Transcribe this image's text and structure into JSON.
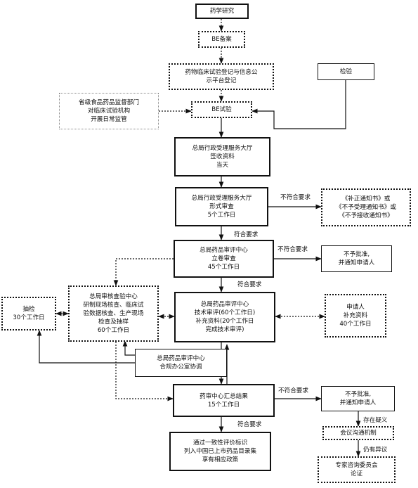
{
  "nodes": {
    "drug_research": {
      "lines": [
        "药学研究"
      ]
    },
    "be_record": {
      "lines": [
        "BE备案"
      ]
    },
    "trial_registration": {
      "lines": [
        "药物临床试验登记与信息公",
        "示平台登记"
      ]
    },
    "inspection": {
      "lines": [
        "检验"
      ]
    },
    "provincial_supervision": {
      "lines": [
        "省级食品药品监督部门",
        "对临床试验机构",
        "开展日常监管"
      ]
    },
    "be_trial": {
      "lines": [
        "BE试验"
      ]
    },
    "admin_reception": {
      "lines": [
        "总局行政受理服务大厅",
        "签收资料",
        "当天"
      ]
    },
    "formal_review": {
      "lines": [
        "总局行政受理服务大厅",
        "形式审查",
        "5个工作日"
      ]
    },
    "correction_notice": {
      "lines": [
        "《补正通知书》或",
        "《不予受理通知书》或",
        "《不予接收通知书》"
      ]
    },
    "cde_filing_review": {
      "lines": [
        "总局药品审评中心",
        "立卷审查",
        "45个工作日"
      ]
    },
    "reject_1": {
      "lines": [
        "不予批准,",
        "并通知申请人"
      ]
    },
    "cfdi_inspection": {
      "lines": [
        "总局审核查验中心",
        "研制现场核查、临床试",
        "验数据核查、生产现场",
        "检查及抽样",
        "60个工作日"
      ]
    },
    "sampling_test": {
      "lines": [
        "抽检",
        "30个工作日"
      ]
    },
    "technical_review": {
      "lines": [
        "总局药品审评中心",
        "技术审评(60个工作日)",
        "补充资料(20个工作日",
        "完成技术审评)"
      ]
    },
    "applicant_supplement": {
      "lines": [
        "申请人",
        "补充资料",
        "40个工作日"
      ]
    },
    "coordination_office": {
      "lines": [
        "总局药品审评中心",
        "合规办公室协调"
      ]
    },
    "summary_conclusion": {
      "lines": [
        "药审中心汇总结果",
        "15个工作日"
      ]
    },
    "reject_2": {
      "lines": [
        "不予批准,",
        "并通知申请人"
      ]
    },
    "consultation_mechanism": {
      "lines": [
        "会议沟通机制"
      ]
    },
    "expert_committee": {
      "lines": [
        "专家咨询委员会",
        "论证"
      ]
    },
    "approval_result": {
      "lines": [
        "通过一致性评价标识",
        "列入中国已上市药品目录集",
        "享有相应政策"
      ]
    }
  },
  "labels": {
    "noncompliant_1": "不符合要求",
    "compliant_1": "符合要求",
    "noncompliant_2": "不符合要求",
    "compliant_2": "符合要求",
    "noncompliant_3": "不符合要求",
    "has_objection": "存在疑义",
    "still_objection": "仍有异议",
    "compliant_3": "符合要求"
  },
  "colors": {
    "line": "#111111",
    "background": "#ffffff"
  }
}
